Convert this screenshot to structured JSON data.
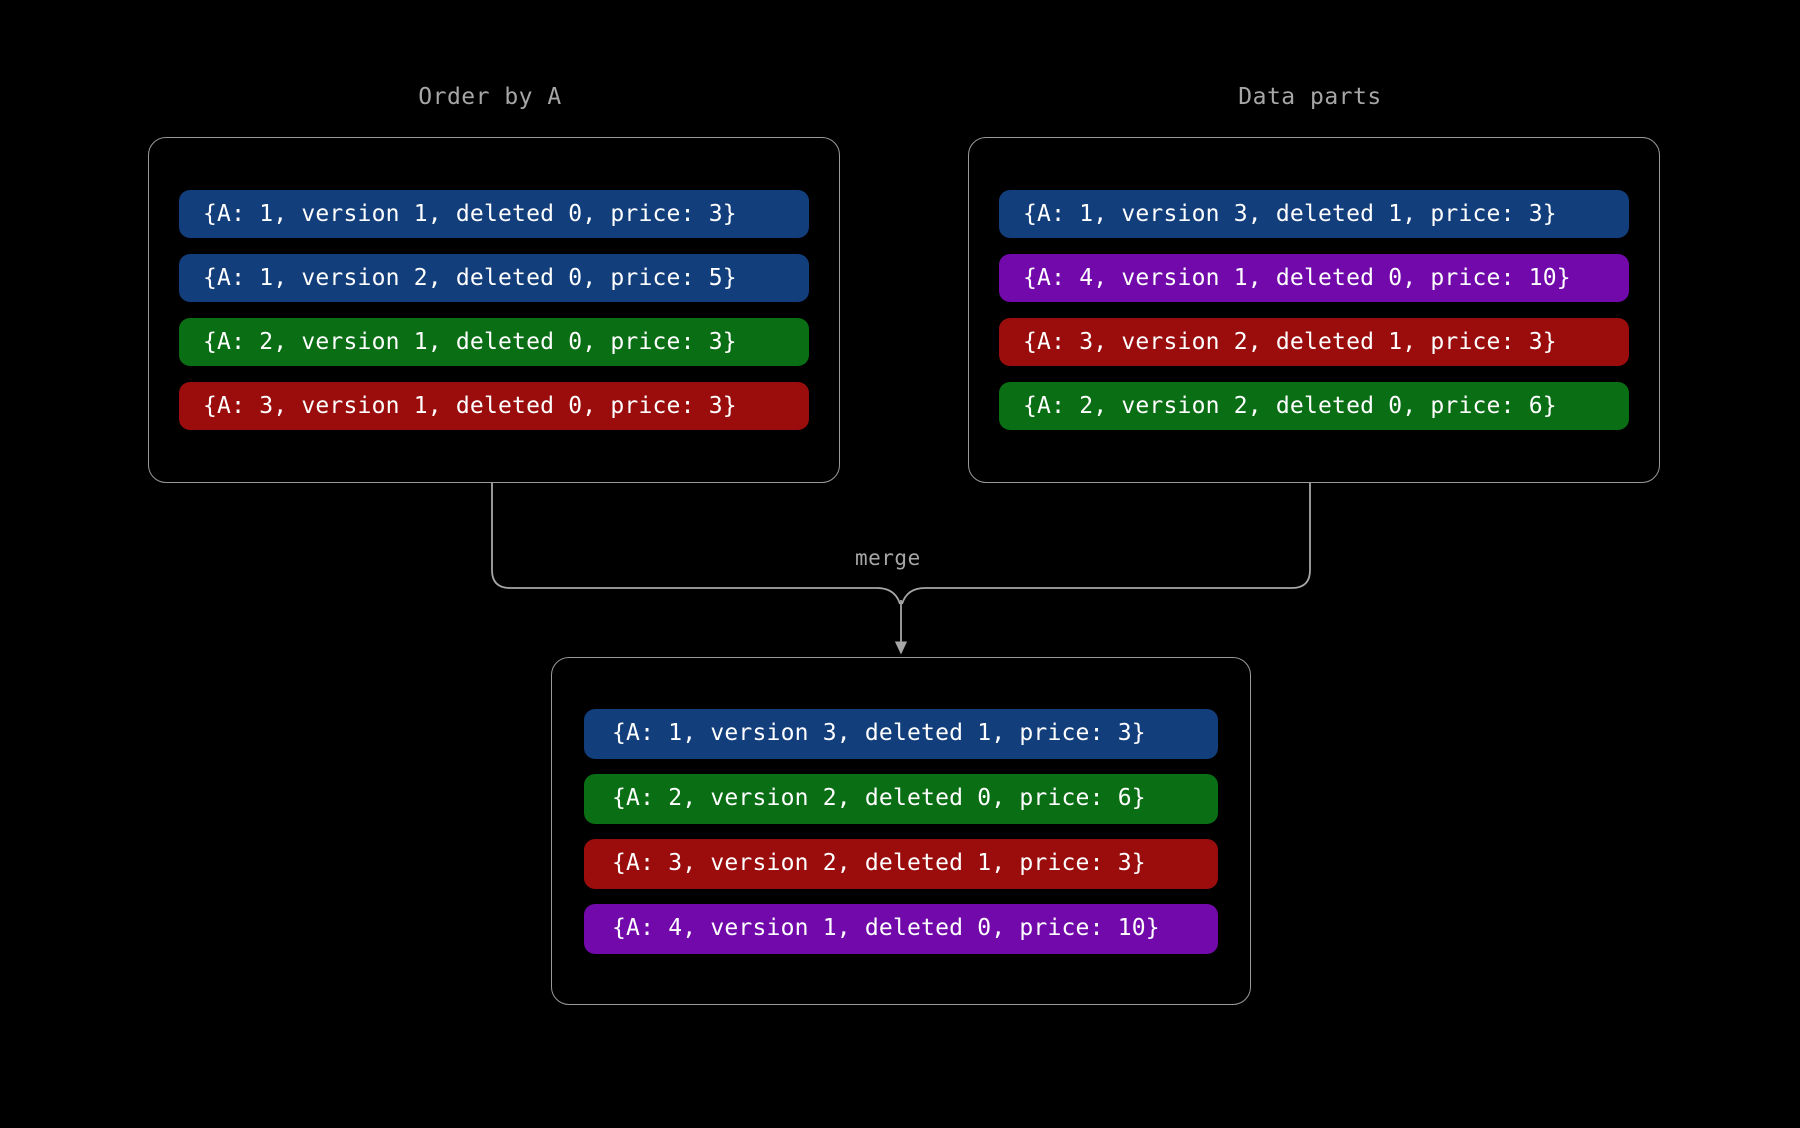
{
  "theme": {
    "background": "#000000",
    "panel_border": "#9a9a9a",
    "label_color": "#a6a6a6",
    "connector_color": "#a6a6a6",
    "text_color": "#ffffff",
    "colors": {
      "blue": "#123e7c",
      "green": "#0a6e14",
      "red": "#9b0d0d",
      "purple": "#7209ab"
    }
  },
  "diagram": {
    "type": "merge-flow",
    "connector_label": "merge",
    "panels": [
      {
        "id": "order-by-a",
        "title": "Order by A",
        "rows": [
          {
            "text": "{A: 1, version 1, deleted 0, price: 3}",
            "color": "#123e7c",
            "color_name": "blue",
            "A": 1,
            "version": 1,
            "deleted": 0,
            "price": 3
          },
          {
            "text": "{A: 1, version 2, deleted 0, price: 5}",
            "color": "#123e7c",
            "color_name": "blue",
            "A": 1,
            "version": 2,
            "deleted": 0,
            "price": 5
          },
          {
            "text": "{A: 2, version 1, deleted 0, price: 3}",
            "color": "#0a6e14",
            "color_name": "green",
            "A": 2,
            "version": 1,
            "deleted": 0,
            "price": 3
          },
          {
            "text": "{A: 3, version 1, deleted 0, price: 3}",
            "color": "#9b0d0d",
            "color_name": "red",
            "A": 3,
            "version": 1,
            "deleted": 0,
            "price": 3
          }
        ]
      },
      {
        "id": "data-parts",
        "title": "Data parts",
        "rows": [
          {
            "text": "{A: 1, version 3, deleted 1, price: 3}",
            "color": "#123e7c",
            "color_name": "blue",
            "A": 1,
            "version": 3,
            "deleted": 1,
            "price": 3
          },
          {
            "text": "{A: 4, version 1, deleted 0, price: 10}",
            "color": "#7209ab",
            "color_name": "purple",
            "A": 4,
            "version": 1,
            "deleted": 0,
            "price": 10
          },
          {
            "text": "{A: 3, version 2, deleted 1, price: 3}",
            "color": "#9b0d0d",
            "color_name": "red",
            "A": 3,
            "version": 2,
            "deleted": 1,
            "price": 3
          },
          {
            "text": "{A: 2, version 2, deleted 0, price: 6}",
            "color": "#0a6e14",
            "color_name": "green",
            "A": 2,
            "version": 2,
            "deleted": 0,
            "price": 6
          }
        ]
      },
      {
        "id": "merged-result",
        "title": "",
        "rows": [
          {
            "text": "{A: 1, version 3, deleted 1, price: 3}",
            "color": "#123e7c",
            "color_name": "blue",
            "A": 1,
            "version": 3,
            "deleted": 1,
            "price": 3
          },
          {
            "text": "{A: 2, version 2, deleted 0, price: 6}",
            "color": "#0a6e14",
            "color_name": "green",
            "A": 2,
            "version": 2,
            "deleted": 0,
            "price": 6
          },
          {
            "text": "{A: 3, version 2, deleted 1, price: 3}",
            "color": "#9b0d0d",
            "color_name": "red",
            "A": 3,
            "version": 2,
            "deleted": 1,
            "price": 3
          },
          {
            "text": "{A: 4, version 1, deleted 0, price: 10}",
            "color": "#7209ab",
            "color_name": "purple",
            "A": 4,
            "version": 1,
            "deleted": 0,
            "price": 10
          }
        ]
      }
    ]
  }
}
